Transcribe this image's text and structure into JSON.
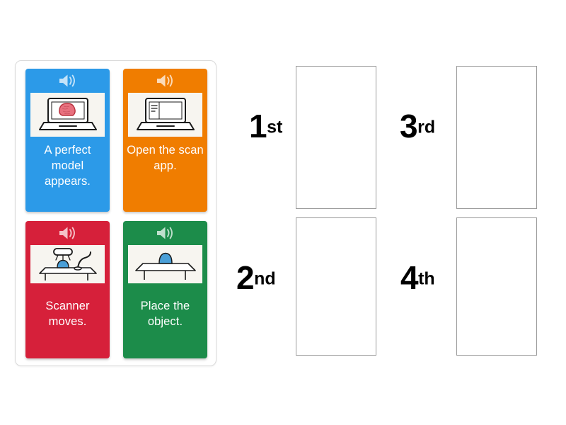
{
  "activity": {
    "type": "ordering-drag-and-drop",
    "colors": {
      "blue": "#2c9ae8",
      "orange": "#f07d00",
      "red": "#d6203a",
      "green": "#1c8c4a",
      "card_text": "#ffffff",
      "tray_border": "#dadada",
      "dropzone_border": "#9a9a9a",
      "image_background": "#f7f5f0",
      "page_background": "#ffffff"
    }
  },
  "tray": {
    "cards": [
      {
        "id": "card-a-perfect-model-appears",
        "label": "A perfect model appears.",
        "color_name": "blue",
        "audio_icon": "speaker-icon",
        "illustration": "laptop-with-3d-model-icon"
      },
      {
        "id": "card-open-the-scan-app",
        "label": "Open the scan app.",
        "color_name": "orange",
        "audio_icon": "speaker-icon",
        "illustration": "laptop-with-app-window-icon"
      },
      {
        "id": "card-scanner-moves",
        "label": "Scanner moves.",
        "color_name": "red",
        "audio_icon": "speaker-icon",
        "illustration": "scanner-arm-over-table-icon"
      },
      {
        "id": "card-place-the-object",
        "label": "Place the object.",
        "color_name": "green",
        "audio_icon": "speaker-icon",
        "illustration": "object-on-table-icon"
      }
    ]
  },
  "slots": [
    {
      "id": "slot-1",
      "number": "1",
      "suffix": "st",
      "content": ""
    },
    {
      "id": "slot-2",
      "number": "2",
      "suffix": "nd",
      "content": ""
    },
    {
      "id": "slot-3",
      "number": "3",
      "suffix": "rd",
      "content": ""
    },
    {
      "id": "slot-4",
      "number": "4",
      "suffix": "th",
      "content": ""
    }
  ]
}
